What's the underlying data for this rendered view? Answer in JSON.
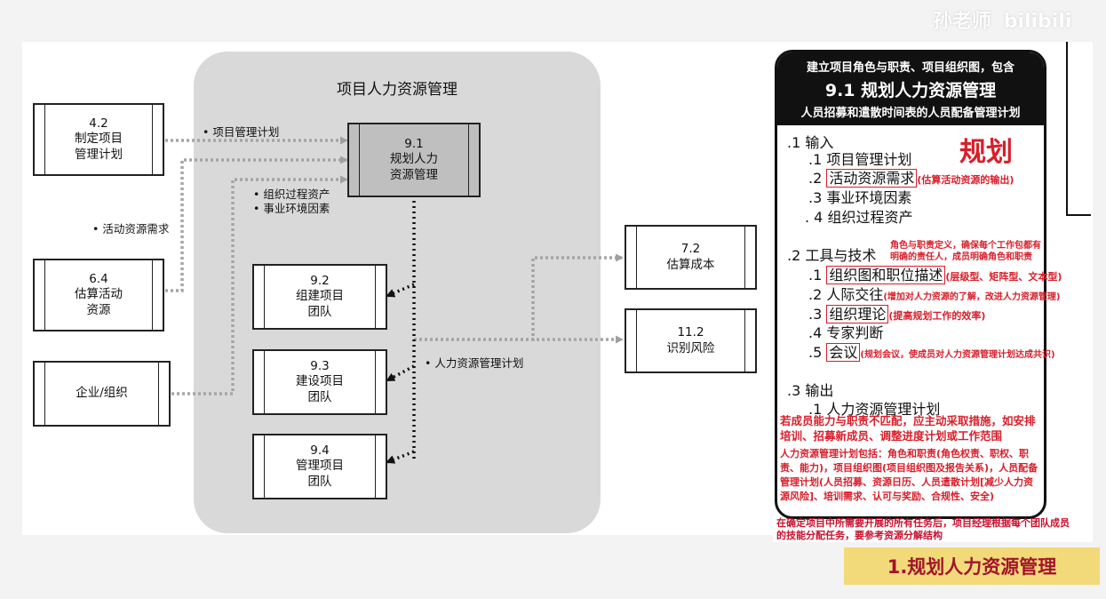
{
  "watermark": {
    "text1": "孙老师",
    "text2": "bilibili"
  },
  "diagram": {
    "group_title": "项目人力资源管理",
    "boxes": {
      "b42": {
        "num": "4.2",
        "line1": "制定项目",
        "line2": "管理计划"
      },
      "b64": {
        "num": "6.4",
        "line1": "估算活动",
        "line2": "资源"
      },
      "org": {
        "line1": "企业/组织"
      },
      "b91": {
        "num": "9.1",
        "line1": "规划人力",
        "line2": "资源管理"
      },
      "b92": {
        "num": "9.2",
        "line1": "组建项目",
        "line2": "团队"
      },
      "b93": {
        "num": "9.3",
        "line1": "建设项目",
        "line2": "团队"
      },
      "b94": {
        "num": "9.4",
        "line1": "管理项目",
        "line2": "团队"
      },
      "b72": {
        "num": "7.2",
        "line1": "估算成本"
      },
      "b112": {
        "num": "11.2",
        "line1": "识别风险"
      }
    },
    "labels": {
      "pm_plan": "• 项目管理计划",
      "act_res": "• 活动资源需求",
      "opa": "• 组织过程资产",
      "eef": "• 事业环境因素",
      "hr_plan": "• 人力资源管理计划"
    }
  },
  "card": {
    "head1": "建立项目角色与职责、项目组织图，包含",
    "head2": "9.1 规划人力资源管理",
    "head3": "人员招募和遣散时间表的人员配备管理计划",
    "plan_word": "规划",
    "inputs_title": ".1 输入",
    "inputs": [
      ".1 项目管理计划",
      ".2 ",
      "活动资源需求",
      ".3 事业环境因素",
      ". 4 组织过程资产"
    ],
    "input2_note": "(估算活动资源的输出)",
    "tools_title": ".2 工具与技术",
    "tools_note_1": "角色与职责定义，确保每个工作包都有",
    "tools_note_2": "明确的责任人，成员明确角色和职责",
    "tools": [
      {
        "idx": ".1 ",
        "name": "组织图和职位描述",
        "note": "(层级型、矩阵型、文本型)"
      },
      {
        "idx": ".2 人际交往",
        "note": "(增加对人力资源的了解，改进人力资源管理)"
      },
      {
        "idx": ".3 ",
        "name": "组织理论",
        "note": "(提高规划工作的效率)"
      },
      {
        "idx": ".4 专家判断"
      },
      {
        "idx": ".5 ",
        "name": "会议",
        "note": "(规划会议，使成员对人力资源管理计划达成共识)"
      }
    ],
    "outputs_title": ".3 输出",
    "output1": ".1 人力资源管理计划",
    "out_note1": "若成员能力与职责不匹配，应主动采取措施，如安排培训、招募新成员、调整进度计划或工作范围",
    "out_note2": "人力资源管理计划包括：角色和职责(角色权责、职权、职责、能力)，项目组织图(项目组织图及报告关系)，人员配备管理计划(人员招募、资源日历、人员遣散计划[减少人力资源风险]、培训需求、认可与奖励、合规性、安全)"
  },
  "bottom_note": "在确定项目中所需要开展的所有任务后，项目经理根据每个团队成员的技能分配任务，要参考资源分解结构",
  "caption": "1.规划人力资源管理",
  "colors": {
    "accent_red": "#d81e2a",
    "caption_bg": "#f2d97a",
    "caption_text": "#a3142a",
    "group_bg": "#d9d9d9",
    "highlight_box": "#bfbfbf"
  }
}
